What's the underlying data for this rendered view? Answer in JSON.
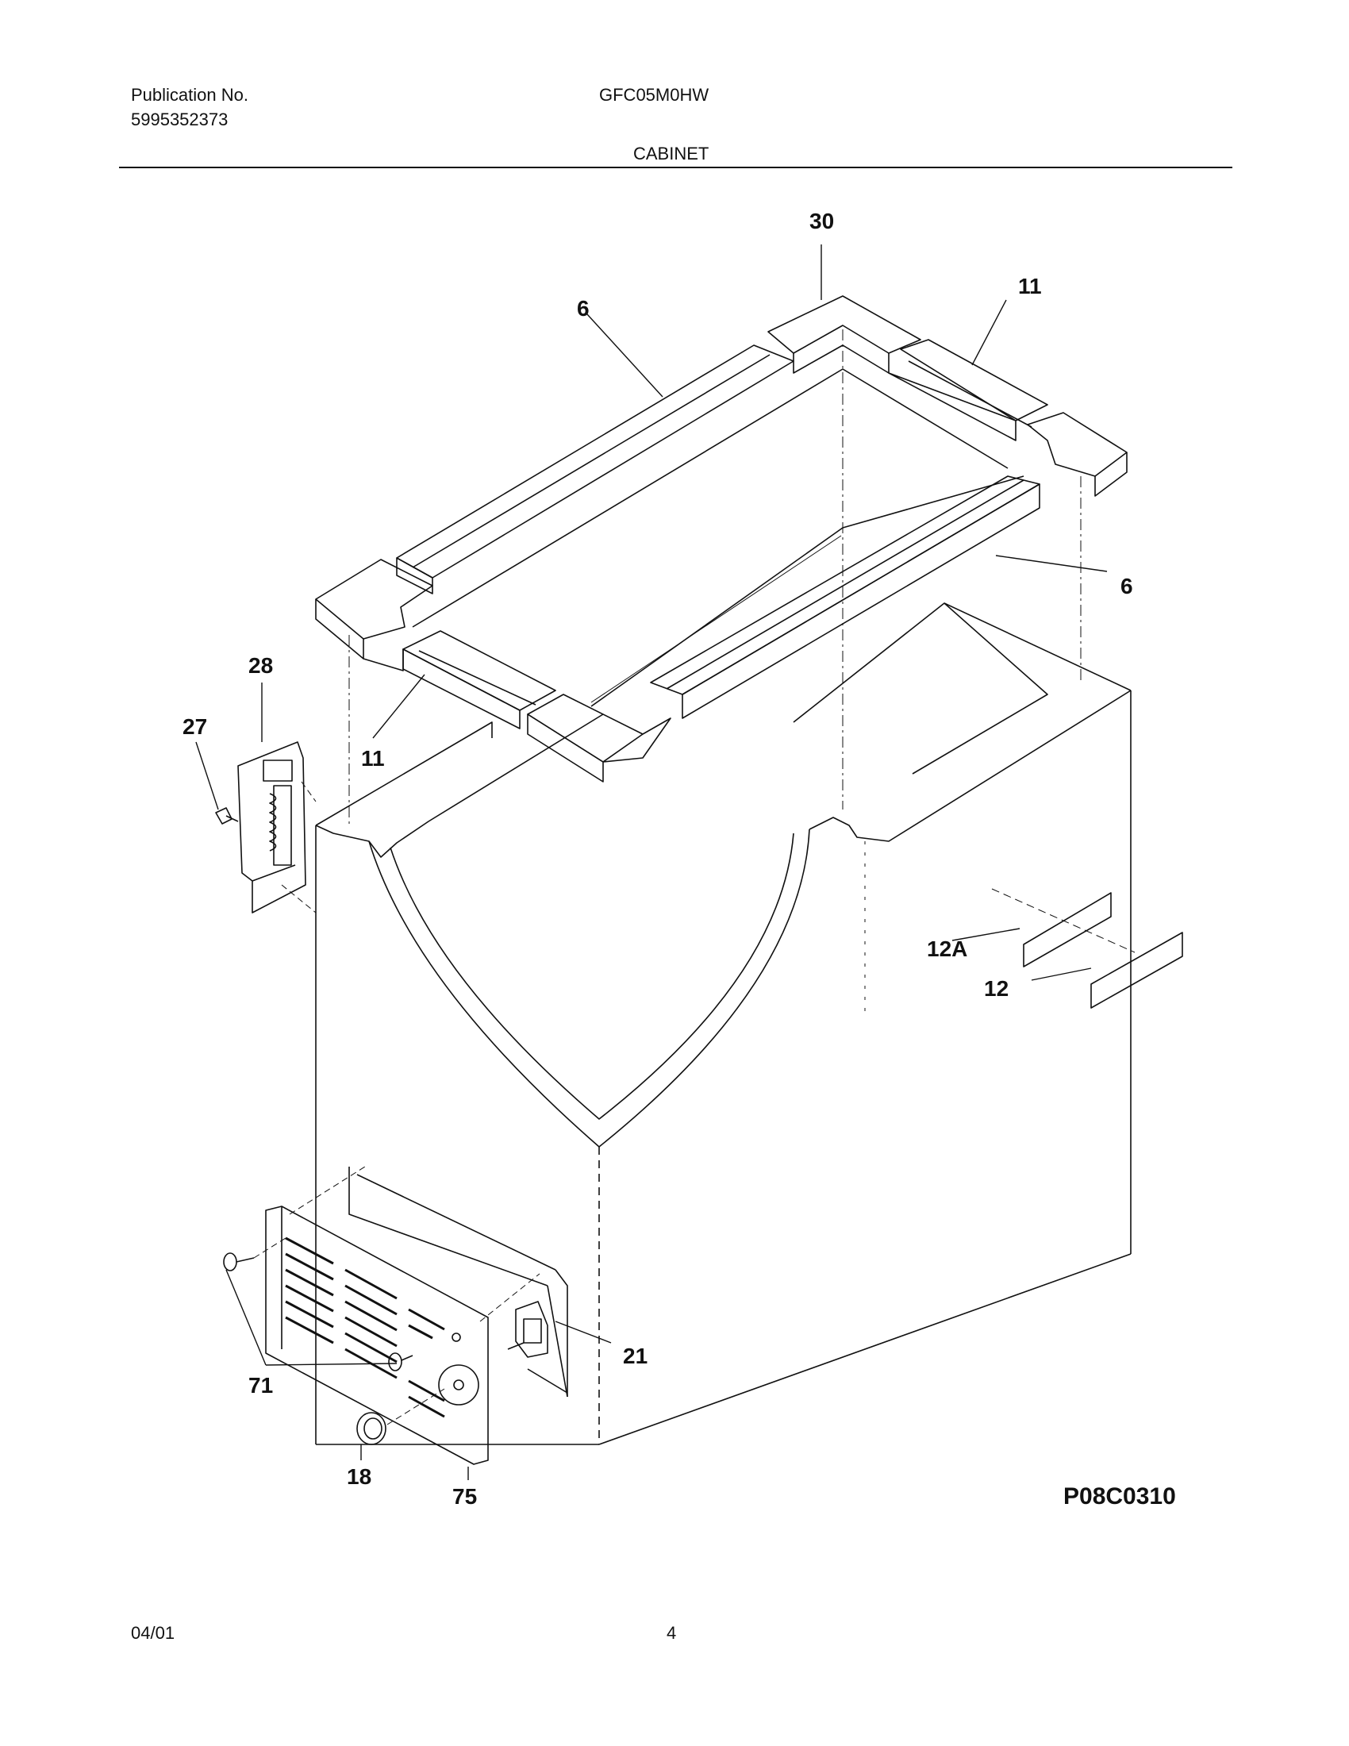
{
  "header": {
    "publication_label": "Publication No.",
    "publication_number": "5995352373",
    "model": "GFC05M0HW",
    "section": "CABINET"
  },
  "diagram": {
    "figure_id": "P08C0310",
    "callouts": {
      "c30": "30",
      "c6_top": "6",
      "c11_top": "11",
      "c6_right": "6",
      "c28": "28",
      "c27": "27",
      "c11_left": "11",
      "c12a": "12A",
      "c12": "12",
      "c21": "21",
      "c71": "71",
      "c18": "18",
      "c75": "75"
    }
  },
  "footer": {
    "date": "04/01",
    "page": "4"
  }
}
